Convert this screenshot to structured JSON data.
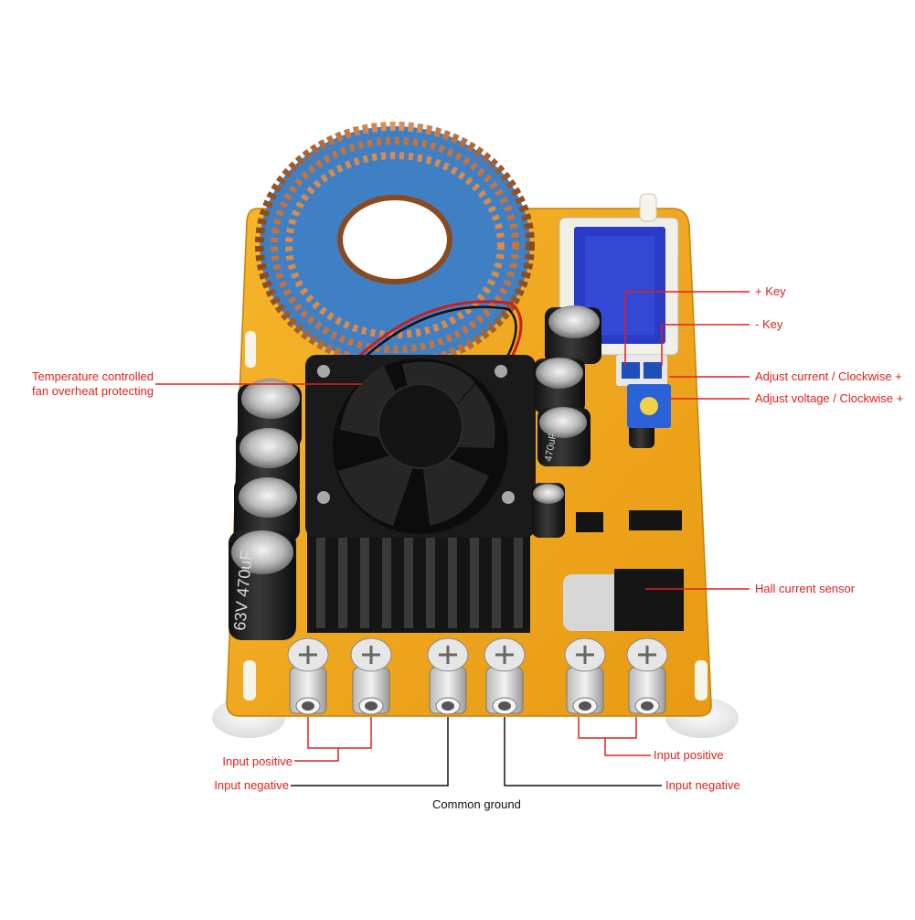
{
  "colors": {
    "label_red": "#e0201c",
    "label_black": "#111111",
    "pcb": "#f2a51c",
    "copper": "#c9733a",
    "core": "#3f7fc4",
    "lcd": "#2a3cc7"
  },
  "labels": {
    "fan": "Temperature controlled\nfan overheat protecting",
    "plus_key": "+ Key",
    "minus_key": "- Key",
    "adjust_current": "Adjust current / Clockwise +",
    "adjust_voltage": "Adjust voltage / Clockwise +",
    "hall_sensor": "Hall current sensor",
    "input_positive_left": "Input positive",
    "input_negative_left": "Input negative",
    "input_positive_right": "Input positive",
    "input_negative_right": "Input negative",
    "common_ground": "Common ground"
  },
  "components": {
    "cap_marking_1": "63V 470uF",
    "cap_marking_2": "470uF"
  },
  "icons": [
    "fan-icon",
    "inductor-coil-icon",
    "lcd-display-icon",
    "heatsink-icon",
    "terminal-screw-icon"
  ]
}
